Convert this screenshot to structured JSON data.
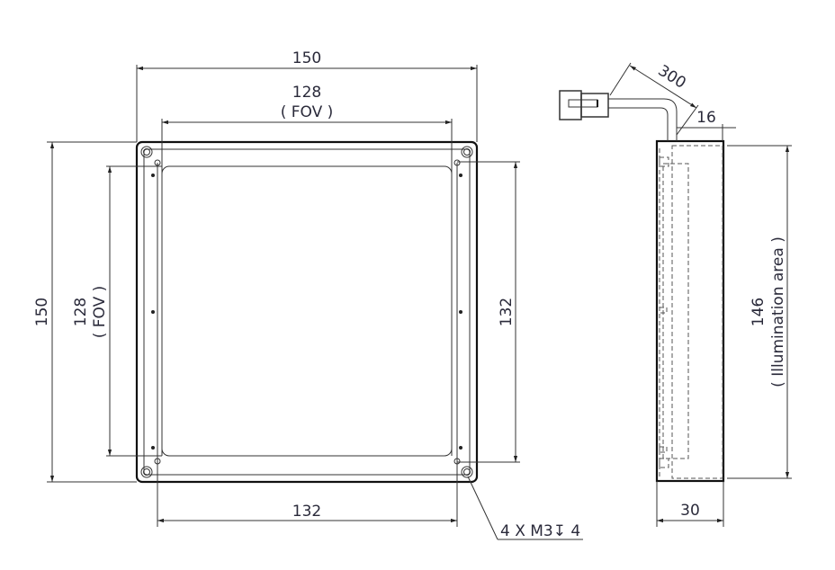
{
  "drawing": {
    "front_view": {
      "overall_width": "150",
      "overall_height": "150",
      "fov_width": "128",
      "fov_width_note": "( FOV )",
      "fov_height": "128",
      "fov_height_note": "( FOV )",
      "hole_pitch_horizontal": "132",
      "hole_pitch_vertical": "132",
      "mounting_callout": "4 X M3↧ 4"
    },
    "side_view": {
      "cable_length": "300",
      "cable_offset": "16",
      "depth": "30",
      "illumination_height": "146",
      "illumination_note": "( Illumination area )"
    }
  }
}
